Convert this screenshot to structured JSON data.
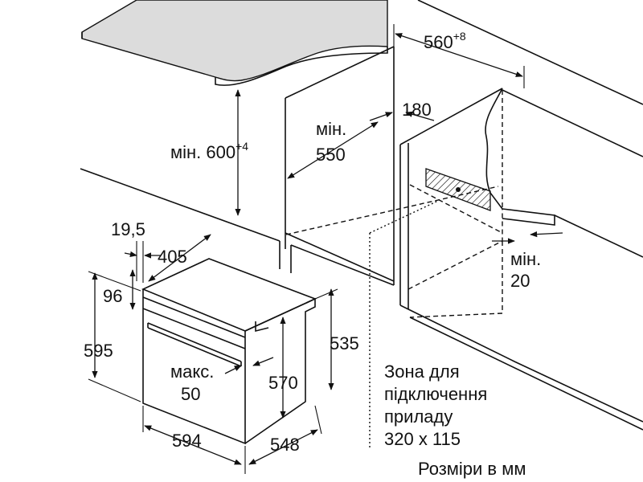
{
  "labels": {
    "niche_width": "560",
    "niche_width_tol": "+8",
    "rear_gap": "180",
    "min_depth_line1": "мін.",
    "min_depth_line2": "550",
    "min_height": "мін. 600",
    "min_height_tol": "+4",
    "panel_offset": "19,5",
    "depth_405": "405",
    "top_96": "96",
    "height_595": "595",
    "height_535": "535",
    "max_line1": "макс.",
    "max_line2": "50",
    "height_570": "570",
    "width_594": "594",
    "depth_548": "548",
    "min20_line1": "мін.",
    "min20_line2": "20"
  },
  "connection_zone": {
    "line1": "Зона для",
    "line2": "підключення",
    "line3": "приладу",
    "line4": "320 x 115"
  },
  "units_note": "Розміри в мм",
  "colors": {
    "countertop": "#dcdcdc",
    "line": "#111111"
  }
}
